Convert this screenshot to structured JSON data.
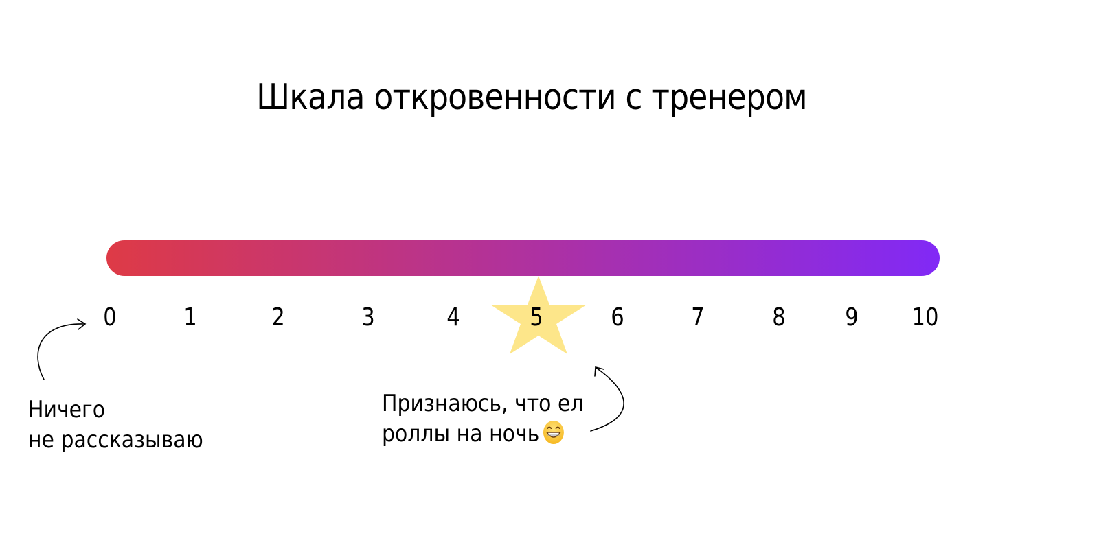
{
  "title": "Шкала откровенности с тренером",
  "scale": {
    "min": 0,
    "max": 10,
    "ticks": [
      "0",
      "1",
      "2",
      "3",
      "4",
      "5",
      "6",
      "7",
      "8",
      "9",
      "10"
    ],
    "highlighted": 5,
    "gradient_start": "#de3a46",
    "gradient_end": "#8129f6",
    "star_color": "#fde68a"
  },
  "annotations": {
    "left": {
      "line1": "Ничего",
      "line2": "не рассказываю"
    },
    "right": {
      "line1": "Признаюсь, что ел",
      "line2": "роллы на ночь",
      "emoji": "grinning-face-emoji"
    }
  }
}
